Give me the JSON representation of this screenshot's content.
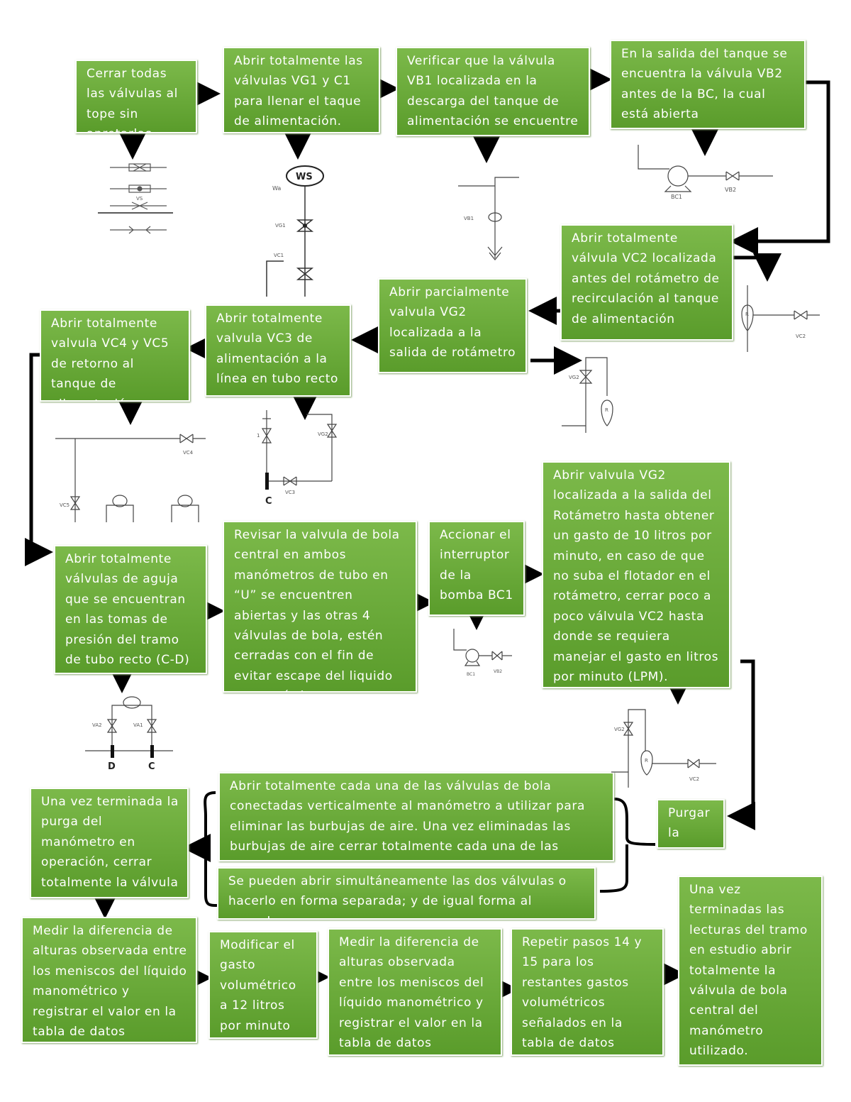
{
  "steps": [
    {
      "id": "s1",
      "text": "Cerrar todas las válvulas al tope sin apretarlas"
    },
    {
      "id": "s2",
      "text": "Abrir totalmente las válvulas VG1 y C1 para llenar el taque de alimentación."
    },
    {
      "id": "s3",
      "text": "Verificar que la válvula VB1 localizada en la descarga del tanque de alimentación se encuentre cerrada"
    },
    {
      "id": "s4",
      "text": "En la salida del tanque se encuentra la válvula VB2 antes de la BC, la cual está abierta permanentemente"
    },
    {
      "id": "s5",
      "text": "Abrir totalmente válvula VC2 localizada antes del rotámetro de recirculación al tanque de alimentación"
    },
    {
      "id": "s6",
      "text": "Abrir parcialmente valvula VG2 localizada a la salida de rotámetro"
    },
    {
      "id": "s7",
      "text": "Abrir totalmente valvula VC3 de alimentación a la línea en tubo recto"
    },
    {
      "id": "s8",
      "text": "Abrir totalmente valvula VC4 y VC5 de retorno al tanque de alimentación"
    },
    {
      "id": "s9",
      "text": "Abrir totalmente válvulas de aguja que se encuentran en las tomas de presión del tramo de tubo recto (C-D)"
    },
    {
      "id": "s10",
      "text": "Revisar la valvula de bola central en ambos manómetros de tubo en “U” se encuentren abiertas y las otras 4 válvulas de bola, estén cerradas con el fin de evitar escape del liquido manométrico"
    },
    {
      "id": "s11",
      "text": "Accionar el interruptor de la bomba BC1"
    },
    {
      "id": "s12",
      "text": "Abrir valvula VG2 localizada a la salida del Rotámetro hasta obtener un gasto de 10 litros por minuto, en caso de que no suba el flotador en el rotámetro, cerrar poco a poco válvula VC2 hasta donde se requiera manejar el gasto en litros por minuto (LPM)."
    },
    {
      "id": "s13",
      "text": "Purgar la línea"
    },
    {
      "id": "s14",
      "text": "Abrir totalmente cada una de las válvulas de bola conectadas verticalmente al manómetro a utilizar para eliminar las burbujas de aire. Una vez eliminadas las burbujas de aire cerrar totalmente cada una de las válvulas."
    },
    {
      "id": "s15",
      "text": "Se pueden abrir simultáneamente las dos válvulas o hacerlo en forma separada; y de igual forma al cerrarlas."
    },
    {
      "id": "s16",
      "text": "Una vez terminada la purga del manómetro en operación, cerrar totalmente la válvula de bola central."
    },
    {
      "id": "s17",
      "text": "Medir la diferencia de alturas observada entre los meniscos del líquido manométrico y registrar el valor en la tabla de datos experimentales"
    },
    {
      "id": "s18",
      "text": "Modificar el gasto volumétrico a 12 litros por minuto"
    },
    {
      "id": "s19",
      "text": "Medir la diferencia de alturas observada entre los meniscos del líquido manométrico y registrar el valor en la tabla de datos experimentales."
    },
    {
      "id": "s20",
      "text": "Repetir pasos 14 y 15 para los restantes gastos volumétricos señalados en la tabla de datos experimentales"
    },
    {
      "id": "s21",
      "text": "Una vez terminadas las lecturas del tramo en estudio abrir totalmente la válvula de bola central del manómetro utilizado."
    }
  ],
  "symbols": {
    "ws": "WS",
    "wa": "Wa",
    "vg1": "VG1",
    "vc1": "VC1",
    "vb1": "VB1",
    "bc1": "BC1",
    "vb2": "VB2",
    "vc2": "VC2",
    "vg2": "VG2",
    "vc3": "VC3",
    "vc4": "VC4",
    "vc5": "VC5",
    "va1": "VA1",
    "va2": "VA2",
    "vs": "VS",
    "r": "R",
    "c": "C",
    "d": "D",
    "one": "1"
  },
  "colors": {
    "box_top": "#7cb94a",
    "box_bottom": "#5a9c2b",
    "arrow": "#000000",
    "text": "#ffffff"
  }
}
